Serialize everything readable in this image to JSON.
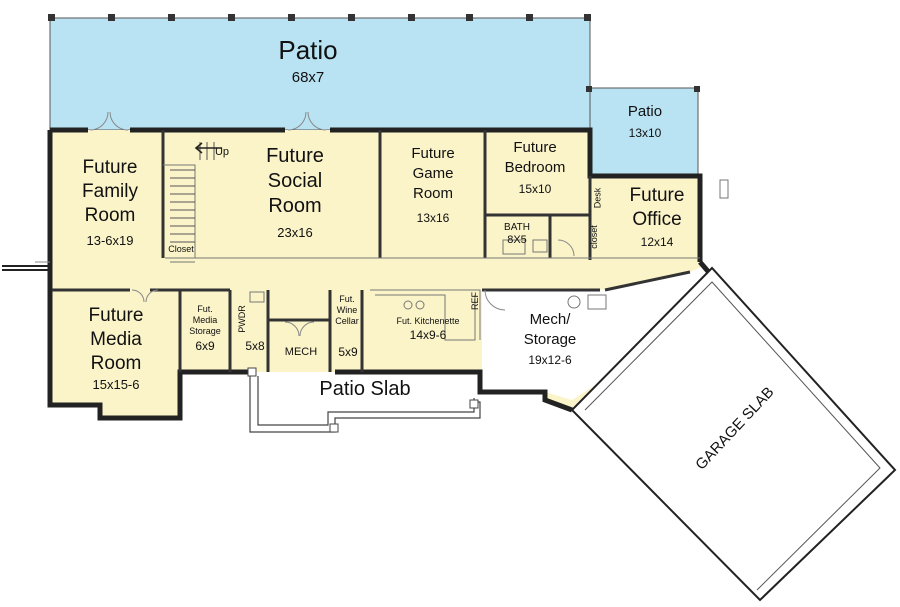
{
  "rooms": {
    "patio_top": {
      "name": "Patio",
      "dims": "68x7"
    },
    "patio_side": {
      "name": "Patio",
      "dims": "13x10"
    },
    "family": {
      "name": [
        "Future",
        "Family",
        "Room"
      ],
      "dims": "13-6x19"
    },
    "social": {
      "name": [
        "Future",
        "Social",
        "Room"
      ],
      "dims": "23x16"
    },
    "game": {
      "name": [
        "Future",
        "Game",
        "Room"
      ],
      "dims": "13x16"
    },
    "bedroom": {
      "name": [
        "Future",
        "Bedroom"
      ],
      "dims": "15x10"
    },
    "office": {
      "name": [
        "Future",
        "Office"
      ],
      "dims": "12x14"
    },
    "bath": {
      "name": "BATH",
      "dims": "8X5"
    },
    "media_room": {
      "name": [
        "Future",
        "Media",
        "Room"
      ],
      "dims": "15x15-6"
    },
    "media_storage": {
      "name": [
        "Fut.",
        "Media",
        "Storage"
      ],
      "dims": "6x9"
    },
    "powder": {
      "name": "PWDR",
      "dims": "5x8"
    },
    "mech_small": {
      "name": "MECH"
    },
    "wine": {
      "name": [
        "Fut.",
        "Wine",
        "Cellar"
      ],
      "dims": "5x9"
    },
    "kitchenette": {
      "name": "Fut. Kitchenette",
      "dims": "14x9-6"
    },
    "mech_storage": {
      "name": [
        "Mech/",
        "Storage"
      ],
      "dims": "19x12-6"
    },
    "patio_slab": {
      "name": "Patio Slab"
    },
    "garage_slab": {
      "name": "GARAGE SLAB"
    }
  },
  "labels": {
    "up": "Up",
    "closet_left": "Closet",
    "closet_right": "closet",
    "desk": "Desk",
    "ref": "REF"
  },
  "colors": {
    "room_fill": "#fbf4c9",
    "patio_fill": "#b9e3f2",
    "wall": "#222222"
  }
}
